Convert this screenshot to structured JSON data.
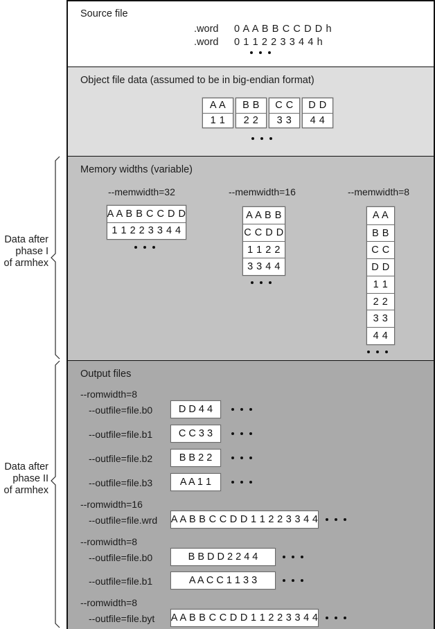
{
  "panels": {
    "source": {
      "title": "Source file",
      "rows": [
        {
          "keyword": ".word",
          "value": "0 A A B B C C D D h"
        },
        {
          "keyword": ".word",
          "value": "0 1 1 2 2 3 3 4 4 h"
        }
      ]
    },
    "object": {
      "title": "Object file data (assumed to be in big-endian format)",
      "columns": [
        {
          "top": "A A",
          "bottom": "1 1"
        },
        {
          "top": "B B",
          "bottom": "2 2"
        },
        {
          "top": "C C",
          "bottom": "3 3"
        },
        {
          "top": "D D",
          "bottom": "4 4"
        }
      ]
    },
    "memwidths": {
      "title": "Memory widths (variable)",
      "groups": [
        {
          "label": "--memwidth=32",
          "cells": [
            "A A B B C C D D",
            "1 1 2 2 3 3 4 4"
          ]
        },
        {
          "label": "--memwidth=16",
          "cells": [
            "A A B B",
            "C C D D",
            "1 1 2 2",
            "3 3 4 4"
          ]
        },
        {
          "label": "--memwidth=8",
          "cells": [
            "A A",
            "B B",
            "C C",
            "D D",
            "1 1",
            "2 2",
            "3 3",
            "4 4"
          ]
        }
      ]
    },
    "output": {
      "title": "Output files",
      "groups": [
        {
          "romwidth": "--romwidth=8",
          "files": [
            {
              "name": "--outfile=file.b0",
              "data": "D D    4 4"
            },
            {
              "name": "--outfile=file.b1",
              "data": "C C    3 3"
            },
            {
              "name": "--outfile=file.b2",
              "data": "B B    2 2"
            },
            {
              "name": "--outfile=file.b3",
              "data": "A A    1 1"
            }
          ]
        },
        {
          "romwidth": "--romwidth=16",
          "files": [
            {
              "name": "--outfile=file.wrd",
              "data": "A A B B C C D D 1 1 2 2 3 3 4 4"
            }
          ]
        },
        {
          "romwidth": "--romwidth=8",
          "files": [
            {
              "name": "--outfile=file.b0",
              "data": "B B    D D    2 2     4 4"
            },
            {
              "name": "--outfile=file.b1",
              "data": "A A    C C    1 1     3 3"
            }
          ]
        },
        {
          "romwidth": "--romwidth=8",
          "files": [
            {
              "name": "--outfile=file.byt",
              "data": "A A B B C C D D 1 1 2 2 3 3 4 4"
            }
          ]
        }
      ]
    }
  },
  "phase_labels": {
    "phase1": "Data after\nphase I\nof armhex",
    "phase2": "Data after\nphase II\nof armhex"
  },
  "colors": {
    "panel_source_bg": "#ffffff",
    "panel_object_bg": "#dedede",
    "panel_memwidths_bg": "#c2c2c2",
    "panel_output_bg": "#aaaaaa",
    "box_bg": "#ffffff",
    "line": "#111111",
    "dashed": "#5a5a5a"
  }
}
